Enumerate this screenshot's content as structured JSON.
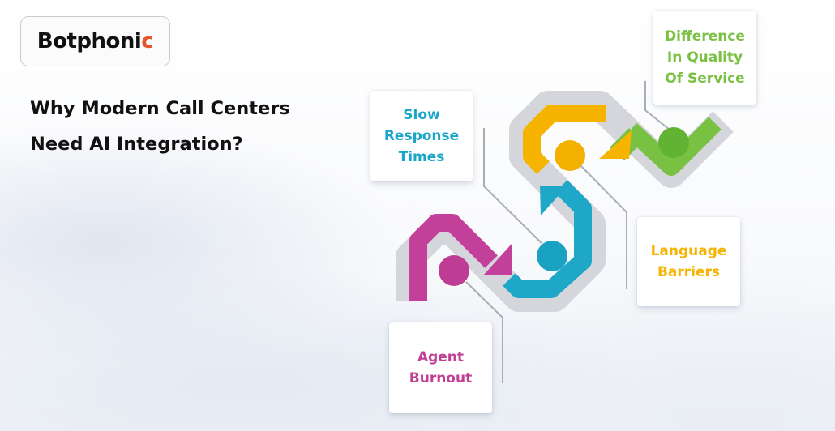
{
  "brand": {
    "logo_text": "Botphonic",
    "logo_prefix": "Botphoni",
    "logo_suffix": "c",
    "accent_color": "#e4572e"
  },
  "headline": {
    "line1": "Why Modern Call Centers",
    "line2": "Need AI Integration?"
  },
  "cards": {
    "quality": {
      "lines": [
        "Difference",
        "In Quality",
        "Of Service"
      ],
      "color": "#7ac143"
    },
    "response": {
      "lines": [
        "Slow",
        "Response",
        "Times"
      ],
      "color": "#1aa6c9"
    },
    "language": {
      "lines": [
        "Language",
        "Barriers"
      ],
      "color": "#f5b400"
    },
    "burnout": {
      "lines": [
        "Agent",
        "Burnout"
      ],
      "color": "#c13f95"
    }
  },
  "path_colors": {
    "green": "#79c143",
    "yellow": "#f6b400",
    "teal": "#1fa7c8",
    "magenta": "#c2409a",
    "track": "#d4d6dc"
  }
}
